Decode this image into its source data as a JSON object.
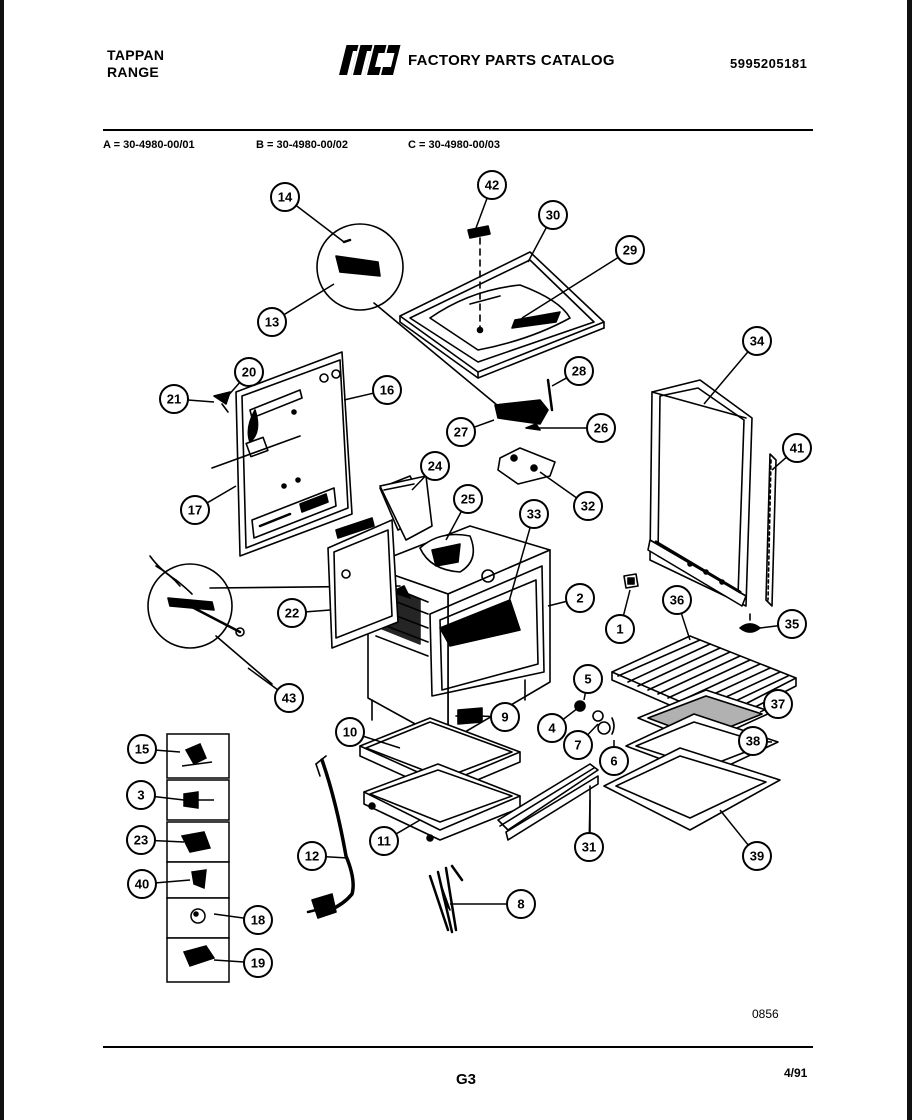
{
  "header": {
    "brand_line1": "TAPPAN",
    "brand_line2": "RANGE",
    "logo_text": "WCI",
    "catalog_title": "FACTORY PARTS CATALOG",
    "catalog_number": "5995205181"
  },
  "models": {
    "a": "A = 30-4980-00/01",
    "b": "B = 30-4980-00/02",
    "c": "C = 30-4980-00/03"
  },
  "callouts": [
    "14",
    "42",
    "30",
    "29",
    "13",
    "28",
    "20",
    "21",
    "16",
    "34",
    "27",
    "26",
    "41",
    "24",
    "17",
    "25",
    "32",
    "33",
    "2",
    "22",
    "1",
    "36",
    "35",
    "5",
    "43",
    "37",
    "4",
    "9",
    "10",
    "7",
    "38",
    "15",
    "6",
    "3",
    "23",
    "11",
    "31",
    "12",
    "39",
    "40",
    "8",
    "18",
    "19"
  ],
  "footer": {
    "diagram_code": "0856",
    "page_id": "G3",
    "date": "4/91"
  }
}
